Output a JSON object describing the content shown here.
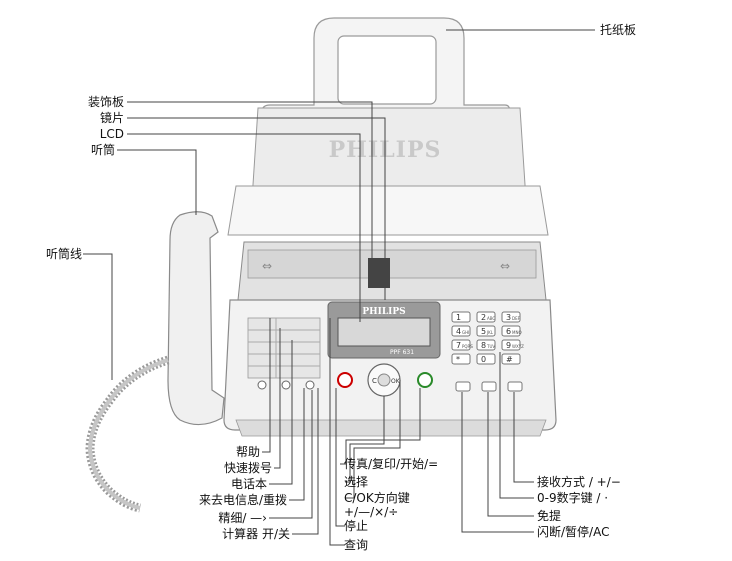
{
  "brand": "PHILIPS",
  "model": "PPF 631",
  "keypad": [
    {
      "num": "1",
      "sub": ""
    },
    {
      "num": "2",
      "sub": "ABC"
    },
    {
      "num": "3",
      "sub": "DEF"
    },
    {
      "num": "4",
      "sub": "GHI"
    },
    {
      "num": "5",
      "sub": "JKL"
    },
    {
      "num": "6",
      "sub": "MNO"
    },
    {
      "num": "7",
      "sub": "PQRS"
    },
    {
      "num": "8",
      "sub": "TUV"
    },
    {
      "num": "9",
      "sub": "WXYZ"
    },
    {
      "num": "*",
      "sub": ""
    },
    {
      "num": "0",
      "sub": ""
    },
    {
      "num": "#",
      "sub": ""
    }
  ],
  "labels": {
    "paper_support": "托纸板",
    "decor_panel": "装饰板",
    "lens": "镜片",
    "lcd": "LCD",
    "handset": "听筒",
    "handset_cord": "听筒线",
    "help": "帮助",
    "speed_dial": "快速拨号",
    "phonebook": "电话本",
    "caller_id_redial": "来去电信息/重拨",
    "fine_arrow": "精细/ —›",
    "calculator": "计算器 开/关",
    "fax_copy_start": "传真/复印/开始/=",
    "select": "选择",
    "ok_direction": "C/OK方向键",
    "ops": "+/—/×/÷",
    "stop": "停止",
    "query": "查询",
    "receive_mode": "接收方式 / +/−",
    "digit_keys": "0-9数字键 / ·",
    "hook": "免提",
    "flash_pause": "闪断/暂停/AC"
  }
}
